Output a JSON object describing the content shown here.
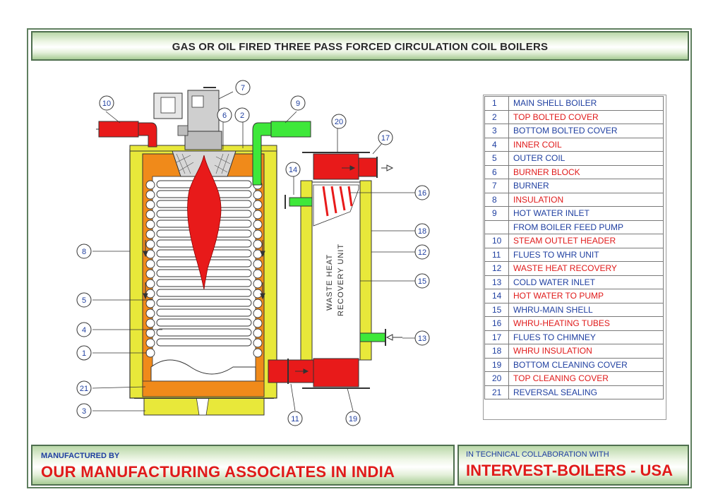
{
  "title": "GAS OR OIL FIRED THREE PASS FORCED CIRCULATION COIL BOILERS",
  "footer": {
    "left_small": "MANUFACTURED BY",
    "left_big": "OUR MANUFACTURING ASSOCIATES IN INDIA",
    "right_small": "IN TECHNICAL COLLABORATION WITH",
    "right_big": "INTERVEST-BOILERS - USA"
  },
  "whr_label_line1": "WASTE HEAT",
  "whr_label_line2": "RECOVERY UNIT",
  "legend": [
    {
      "num": "1",
      "text": "MAIN SHELL BOILER",
      "color": "blue"
    },
    {
      "num": "2",
      "text": "TOP BOLTED COVER",
      "color": "red"
    },
    {
      "num": "3",
      "text": "BOTTOM BOLTED COVER",
      "color": "blue"
    },
    {
      "num": "4",
      "text": "INNER COIL",
      "color": "red"
    },
    {
      "num": "5",
      "text": "OUTER COIL",
      "color": "blue"
    },
    {
      "num": "6",
      "text": "BURNER BLOCK",
      "color": "red"
    },
    {
      "num": "7",
      "text": "BURNER",
      "color": "blue"
    },
    {
      "num": "8",
      "text": "INSULATION",
      "color": "red"
    },
    {
      "num": "9",
      "text": "HOT WATER INLET",
      "color": "blue"
    },
    {
      "num": "",
      "text": "FROM BOILER FEED PUMP",
      "color": "blue"
    },
    {
      "num": "10",
      "text": "STEAM OUTLET HEADER",
      "color": "red"
    },
    {
      "num": "11",
      "text": "FLUES TO WHR UNIT",
      "color": "blue"
    },
    {
      "num": "12",
      "text": "WASTE HEAT RECOVERY",
      "color": "red"
    },
    {
      "num": "13",
      "text": "COLD WATER INLET",
      "color": "blue"
    },
    {
      "num": "14",
      "text": "HOT WATER TO PUMP",
      "color": "red"
    },
    {
      "num": "15",
      "text": "WHRU-MAIN SHELL",
      "color": "blue"
    },
    {
      "num": "16",
      "text": "WHRU-HEATING TUBES",
      "color": "red"
    },
    {
      "num": "17",
      "text": "FLUES TO CHIMNEY",
      "color": "blue"
    },
    {
      "num": "18",
      "text": "WHRU INSULATION",
      "color": "red"
    },
    {
      "num": "19",
      "text": "BOTTOM CLEANING COVER",
      "color": "blue"
    },
    {
      "num": "20",
      "text": "TOP CLEANING COVER",
      "color": "red"
    },
    {
      "num": "21",
      "text": "REVERSAL SEALING",
      "color": "blue"
    }
  ],
  "callouts": [
    "1",
    "2",
    "3",
    "4",
    "5",
    "6",
    "7",
    "8",
    "9",
    "10",
    "11",
    "12",
    "13",
    "14",
    "15",
    "16",
    "17",
    "18",
    "19",
    "20",
    "21"
  ],
  "colors": {
    "insulation": "#e8e83a",
    "shell": "#f08a1a",
    "coil": "#ffffff",
    "flame": "#e81a1a",
    "header_red": "#e81a1a",
    "pipe_green": "#3ee83a",
    "label_blue": "#1f3fa0",
    "label_red": "#e01a1a"
  }
}
